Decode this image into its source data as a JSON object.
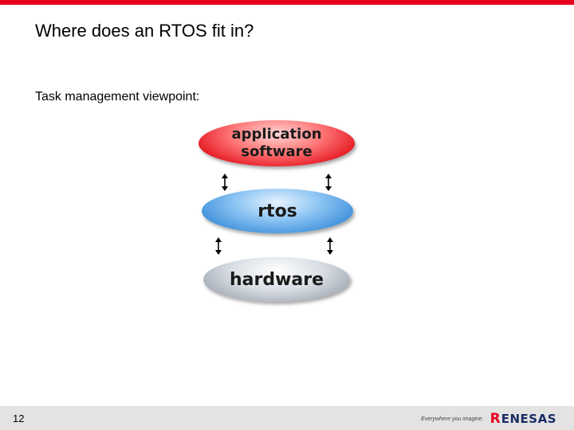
{
  "slide": {
    "title": "Where does an RTOS fit in?",
    "subtitle": "Task management viewpoint:",
    "page_number": "12"
  },
  "diagram": {
    "layers": [
      {
        "line1": "application",
        "line2": "software",
        "color": "#e4141e"
      },
      {
        "label": "rtos",
        "color": "#3e8fdb"
      },
      {
        "label": "hardware",
        "color": "#9fa6b0"
      }
    ],
    "arrow_icon": "double-headed-vertical-arrow"
  },
  "footer": {
    "tagline": "Everywhere you imagine.",
    "logo_mark": "R",
    "logo_text": "ENESAS",
    "accent": "#e6001e",
    "logo_color": "#1a2c64"
  }
}
